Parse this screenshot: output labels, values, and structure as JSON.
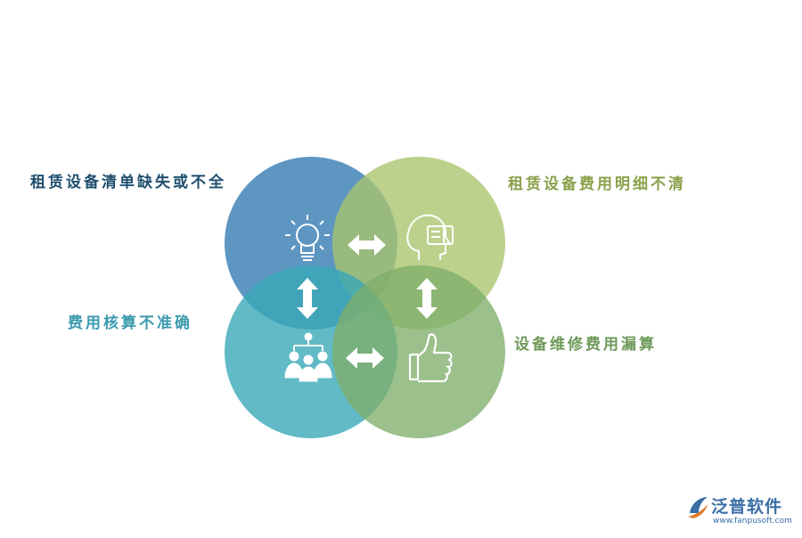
{
  "labels": {
    "top_left": "租赁设备清单缺失或不全",
    "top_right": "租赁设备费用明细不清",
    "middle_left": "费用核算不准确",
    "middle_right": "设备维修费用漏算"
  },
  "brand": {
    "name": "泛普软件",
    "url": "www.fanpusoft.com"
  },
  "colors": {
    "top_left_circle": "#3a7fb5",
    "top_right_circle": "#a9c46b",
    "bottom_left_circle": "#3aa9b8",
    "bottom_right_circle": "#7fae6a",
    "label_top_left": "#1f4f6e",
    "label_top_right": "#8aa04a",
    "label_middle_left": "#3a9aae",
    "label_middle_right": "#6e9a5a",
    "brand": "#3a6ea5"
  },
  "icons": {
    "top_left": "lightbulb-icon",
    "top_right": "head-thumb-icon",
    "bottom_left": "team-network-icon",
    "bottom_right": "thumbs-up-icon"
  }
}
